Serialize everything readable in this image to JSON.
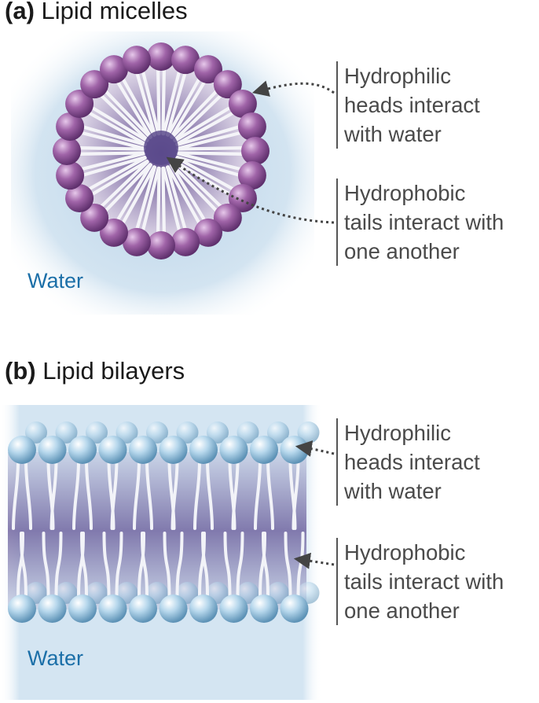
{
  "panel_a": {
    "letter": "(a)",
    "title": "Lipid micelles",
    "water_label": "Water",
    "callout_heads": [
      "Hydrophilic",
      "heads interact",
      "with water"
    ],
    "callout_tails": [
      "Hydrophobic",
      "tails interact with",
      "one another"
    ]
  },
  "panel_b": {
    "letter": "(b)",
    "title": "Lipid bilayers",
    "water_label": "Water",
    "callout_heads": [
      "Hydrophilic",
      "heads interact",
      "with water"
    ],
    "callout_tails": [
      "Hydrophobic",
      "tails interact with",
      "one another"
    ]
  },
  "colors": {
    "water_text": "#1b6fa8",
    "micelle_head": "#8a4f92",
    "bilayer_head": "#9cc6e0",
    "water_background": "#cfe1ef"
  }
}
